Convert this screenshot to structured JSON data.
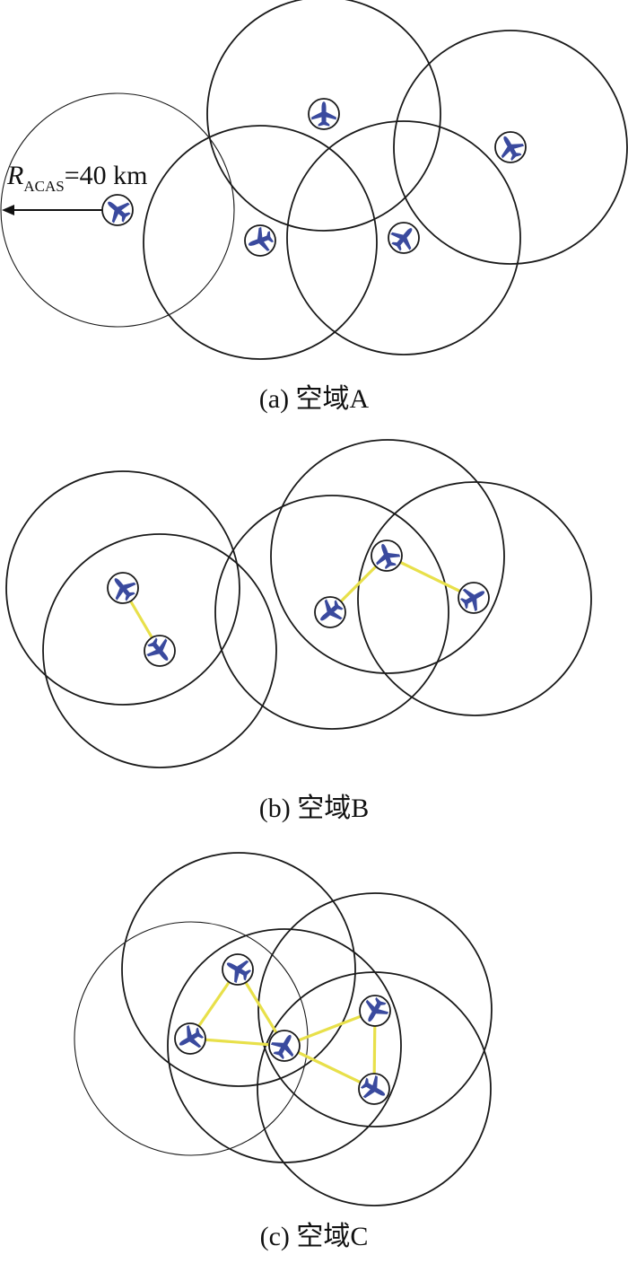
{
  "label": {
    "symbol": "R",
    "subscript": "ACAS",
    "value_text": "=40 km"
  },
  "panels": [
    {
      "id": "a",
      "caption": "(a) 空域A"
    },
    {
      "id": "b",
      "caption": "(b) 空域B"
    },
    {
      "id": "c",
      "caption": "(c) 空域C"
    }
  ],
  "colors": {
    "aircraft": "#3a4a9e",
    "link": "#e8e04a",
    "circle": "#1a1a1a"
  },
  "icons": {
    "aircraft": "airplane-icon"
  }
}
